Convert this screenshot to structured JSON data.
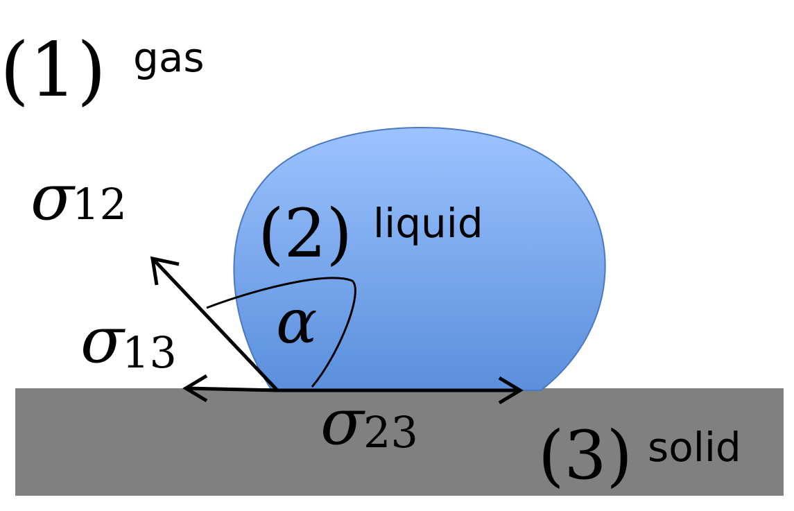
{
  "phases": {
    "gas": {
      "number": "(1)",
      "name": "gas"
    },
    "liquid": {
      "number": "(2)",
      "name": "liquid"
    },
    "solid": {
      "number": "(3)",
      "name": "solid"
    }
  },
  "tensions": {
    "gas_liquid": {
      "symbol": "σ",
      "subscript": "12"
    },
    "gas_solid": {
      "symbol": "σ",
      "subscript": "13"
    },
    "liquid_solid": {
      "symbol": "σ",
      "subscript": "23"
    }
  },
  "contact_angle": {
    "symbol": "α"
  },
  "colors": {
    "solid_fill": "#808080",
    "droplet_top": "#9cc3ff",
    "droplet_bottom": "#5a8fdc",
    "droplet_stroke": "#4a78c2",
    "arrow": "#000000"
  }
}
